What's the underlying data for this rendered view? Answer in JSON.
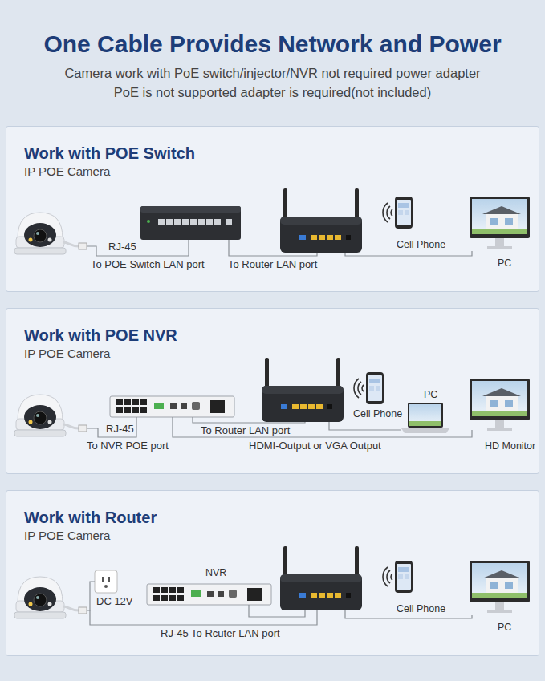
{
  "diagram": {
    "title": "One Cable Provides Network and Power",
    "caption": "Camera work with PoE switch/injector/NVR not required power adapter",
    "nodes": [
      {
        "text": [
          "Work with POE Switch",
          "IP POE Camera"
        ]
      },
      {
        "text": [
          "Cell Phone"
        ],
        "in": 0
      },
      {
        "text": [
          "PC"
        ],
        "in": 0
      },
      {
        "text": [
          "Work with POE NVR",
          "IP POE Camera"
        ]
      },
      {
        "text": [
          "Cell Phone"
        ],
        "in": 3
      },
      {
        "text": [
          "PC"
        ],
        "in": 3
      },
      {
        "text": [
          "HD Monitor"
        ],
        "in": 3
      },
      {
        "text": [
          "Work with Router",
          "IP POE Camera"
        ]
      },
      {
        "text": [
          "NVR"
        ],
        "in": 7
      },
      {
        "text": [
          "Cell Phone"
        ],
        "in": 7
      },
      {
        "text": [
          "PC"
        ],
        "in": 7
      }
    ],
    "labels": [
      "PoE is not supported adapter is required(not included)",
      "RJ-45",
      "To POE Switch LAN port",
      "To Router LAN port",
      "RJ-45",
      "To NVR POE port",
      "To Router LAN port",
      "HDMI-Output or VGA Output",
      "DC 12V",
      "RJ-45 To Rcuter LAN port"
    ]
  }
}
